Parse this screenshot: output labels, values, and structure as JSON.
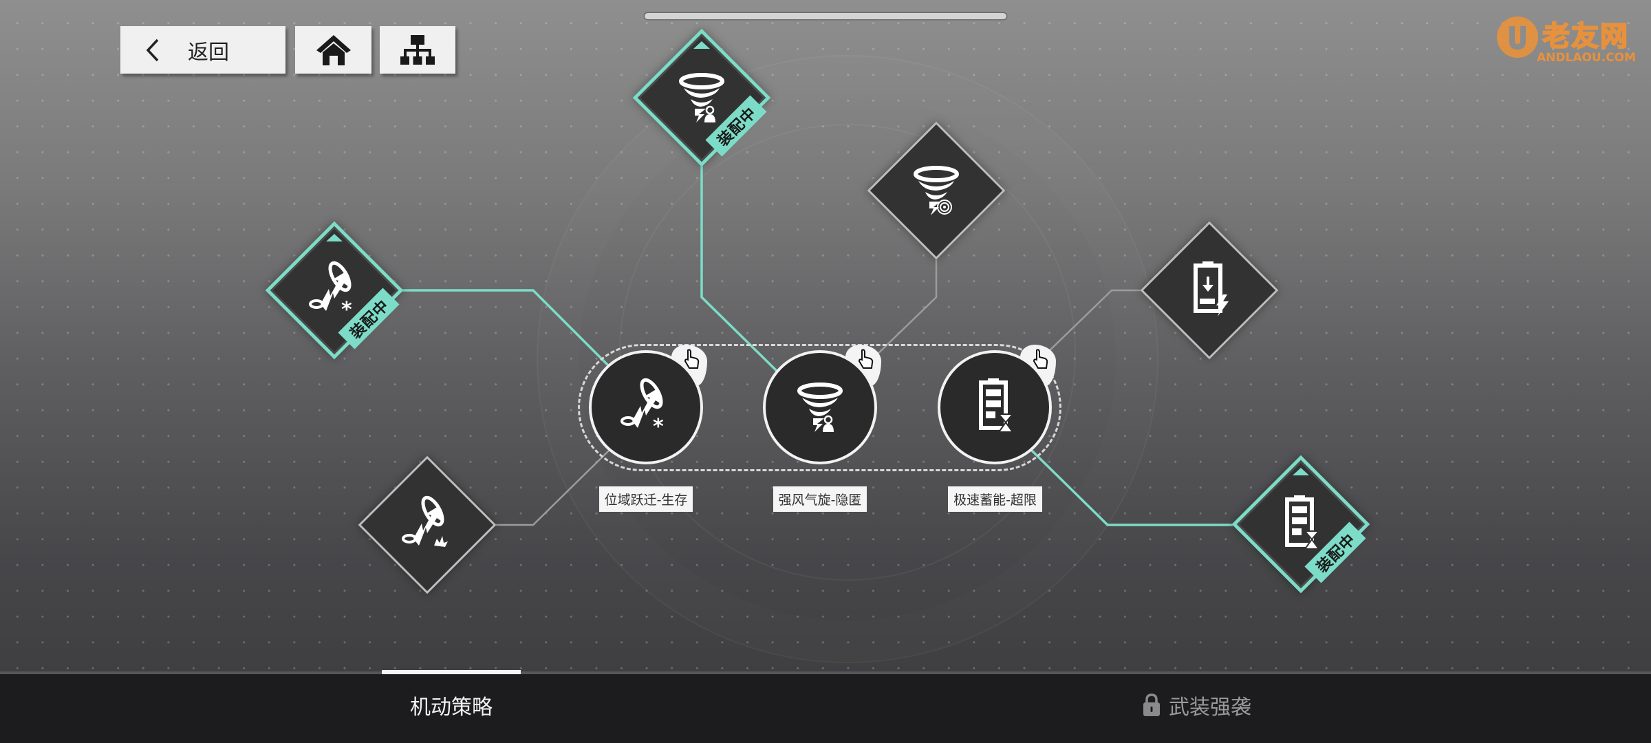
{
  "header": {
    "back_label": "返回",
    "back_icon": "chevron-left-icon",
    "home_icon": "home-icon",
    "tree_icon": "hierarchy-icon"
  },
  "watermark": {
    "brand_cn": "老友网",
    "brand_en": "ANDLAOU.COM"
  },
  "colors": {
    "accent": "#7ddcc7",
    "node_bg": "#323233",
    "label_bg": "#f5f5f5",
    "bottom_bar": "#1c1b1d"
  },
  "equipped_badge": "装配中",
  "slots": [
    {
      "label": "位域跃迁-生存",
      "icon": "warp-arrow-survival-icon"
    },
    {
      "label": "强风气旋-隐匿",
      "icon": "tornado-stealth-icon"
    },
    {
      "label": "极速蓄能-超限",
      "icon": "battery-hourglass-icon"
    }
  ],
  "modules": [
    {
      "id": "warp-survival",
      "icon": "warp-arrow-survival-icon",
      "equipped": true
    },
    {
      "id": "warp-burst",
      "icon": "warp-arrow-burst-icon",
      "equipped": false
    },
    {
      "id": "tornado-stealth",
      "icon": "tornado-stealth-icon",
      "equipped": true
    },
    {
      "id": "tornado-spiral",
      "icon": "tornado-spiral-icon",
      "equipped": false
    },
    {
      "id": "battery-charge",
      "icon": "battery-lightning-icon",
      "equipped": false
    },
    {
      "id": "battery-overlimit",
      "icon": "battery-hourglass-icon",
      "equipped": true
    }
  ],
  "tabs": [
    {
      "label": "机动策略",
      "active": true,
      "locked": false
    },
    {
      "label": "武装强袭",
      "active": false,
      "locked": true
    }
  ]
}
